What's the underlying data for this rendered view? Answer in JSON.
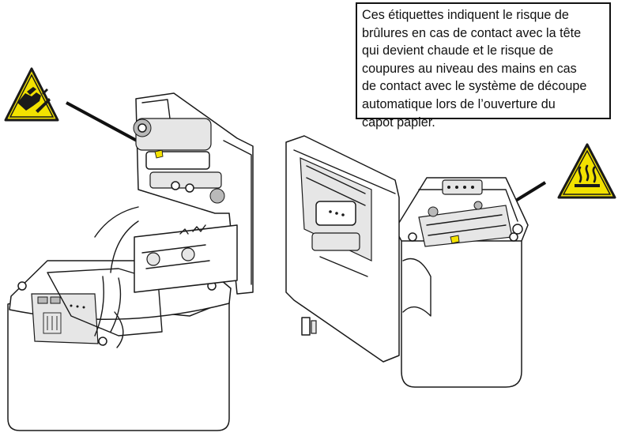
{
  "callout": {
    "lines": [
      "Ces étiquettes indiquent le risque de",
      "brûlures en cas de contact avec la tête",
      "qui devient chaude et le risque de",
      "coupures au niveau des mains en cas",
      "de contact avec le système de découpe",
      "automatique lors de l’ouverture du",
      "capot papier."
    ]
  },
  "icons": {
    "cut_warning": "hand-cut-warning-icon",
    "hot_warning": "hot-surface-warning-icon"
  },
  "colors": {
    "warning_yellow": "#f2e200",
    "label_yellow": "#f5e300",
    "outline": "#1a1a1a"
  }
}
